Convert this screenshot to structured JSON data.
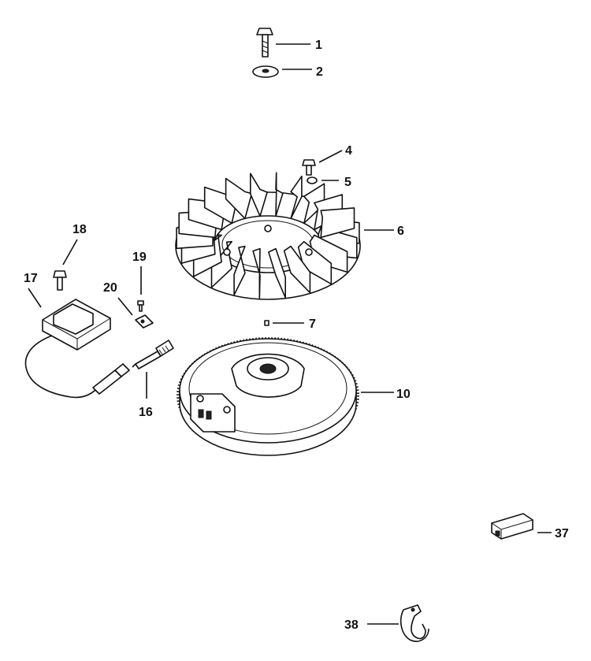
{
  "callouts": {
    "c1": "1",
    "c2": "2",
    "c4": "4",
    "c5": "5",
    "c6": "6",
    "c7": "7",
    "c10": "10",
    "c16": "16",
    "c17": "17",
    "c18": "18",
    "c19": "19",
    "c20": "20",
    "c37": "37",
    "c38": "38"
  }
}
